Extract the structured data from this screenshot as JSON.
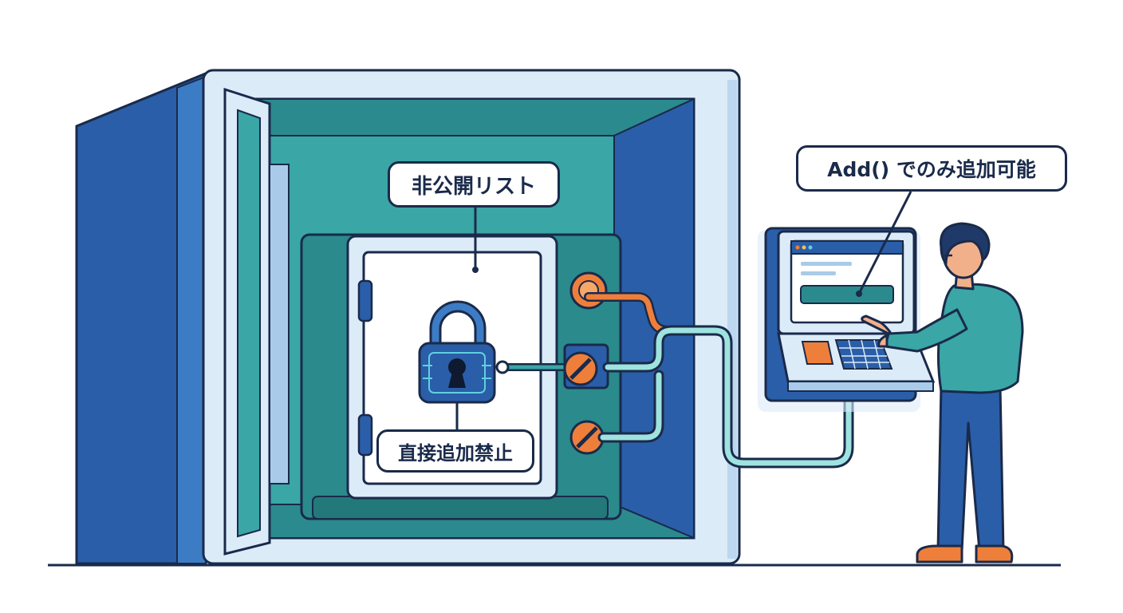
{
  "labels": {
    "private_list": "非公開リスト",
    "direct_add_forbidden": "直接追加禁止",
    "add_only": "Add() でのみ追加可能"
  },
  "colors": {
    "outline": "#1a2a4a",
    "blue_dark": "#2a5ea8",
    "blue_mid": "#3c7cc4",
    "blue_light": "#dcebf8",
    "teal": "#3aa6a6",
    "teal_dark": "#2b8a8e",
    "orange": "#ee7f3b",
    "pipe": "#9ee3df"
  },
  "icons": [
    "padlock-icon",
    "keyhole-icon",
    "no-entry-icon",
    "person-figure",
    "keypad-icon"
  ]
}
